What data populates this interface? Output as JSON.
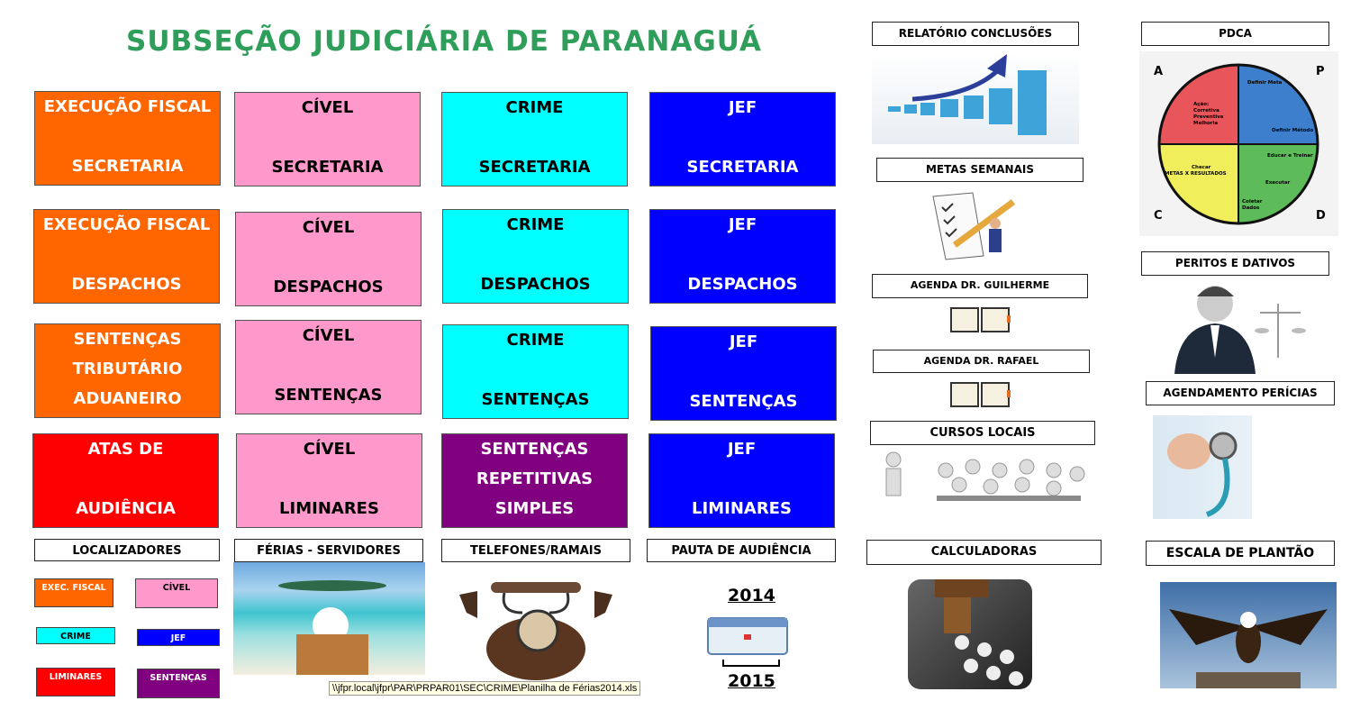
{
  "title": "SUBSEÇÃO JUDICIÁRIA DE PARANAGUÁ",
  "tiles": [
    {
      "l1": "EXECUÇÃO FISCAL",
      "l2": "SECRETARIA"
    },
    {
      "l1": "CÍVEL",
      "l2": "SECRETARIA"
    },
    {
      "l1": "CRIME",
      "l2": "SECRETARIA"
    },
    {
      "l1": "JEF",
      "l2": "SECRETARIA"
    },
    {
      "l1": "EXECUÇÃO FISCAL",
      "l2": "DESPACHOS"
    },
    {
      "l1": "CÍVEL",
      "l2": "DESPACHOS"
    },
    {
      "l1": "CRIME",
      "l2": "DESPACHOS"
    },
    {
      "l1": "JEF",
      "l2": "DESPACHOS"
    },
    {
      "l1": "SENTENÇAS",
      "lm": "TRIBUTÁRIO",
      "l2": "ADUANEIRO"
    },
    {
      "l1": "CÍVEL",
      "l2": "SENTENÇAS"
    },
    {
      "l1": "CRIME",
      "l2": "SENTENÇAS"
    },
    {
      "l1": "JEF",
      "l2": "SENTENÇAS"
    },
    {
      "l1": "ATAS DE",
      "l2": "AUDIÊNCIA"
    },
    {
      "l1": "CÍVEL",
      "l2": "LIMINARES"
    },
    {
      "l1": "SENTENÇAS",
      "lm": "REPETITIVAS",
      "l2": "SIMPLES"
    },
    {
      "l1": "JEF",
      "l2": "LIMINARES"
    }
  ],
  "labels": {
    "relatorio": "RELATÓRIO CONCLUSÕES",
    "pdca": "PDCA",
    "metas": "METAS SEMANAIS",
    "agenda_guilherme": "AGENDA DR. GUILHERME",
    "agenda_rafael": "AGENDA DR. RAFAEL",
    "cursos": "CURSOS LOCAIS",
    "calculadoras": "CALCULADORAS",
    "peritos": "PERITOS E DATIVOS",
    "agendamento": "AGENDAMENTO PERÍCIAS",
    "escala": "ESCALA DE PLANTÃO",
    "localizadores": "LOCALIZADORES",
    "ferias": "FÉRIAS - SERVIDORES",
    "telefones": "TELEFONES/RAMAIS",
    "pauta": "PAUTA DE AUDIÊNCIA"
  },
  "localizadores": [
    "EXEC. FISCAL",
    "CÍVEL",
    "CRIME",
    "JEF",
    "LIMINARES",
    "SENTENÇAS"
  ],
  "pdca": {
    "A": "A",
    "P": "P",
    "C": "C",
    "D": "D",
    "acao": [
      "Ação:",
      "Corretiva",
      "Preventiva",
      "Melhoria"
    ],
    "definir_meta": "Definir Meta",
    "definir_metodo": "Definir Método",
    "educar": "Educar e Treinar",
    "executar": "Executar",
    "coletar": [
      "Coletar",
      "Dados"
    ],
    "checar": [
      "Checar",
      "METAS X RESULTADOS"
    ]
  },
  "pauta": {
    "year1": "2014",
    "year2": "2015"
  },
  "tooltip": "\\\\jfpr.local\\jfpr\\PAR\\PRPAR01\\SEC\\CRIME\\Planilha de Férias2014.xls"
}
